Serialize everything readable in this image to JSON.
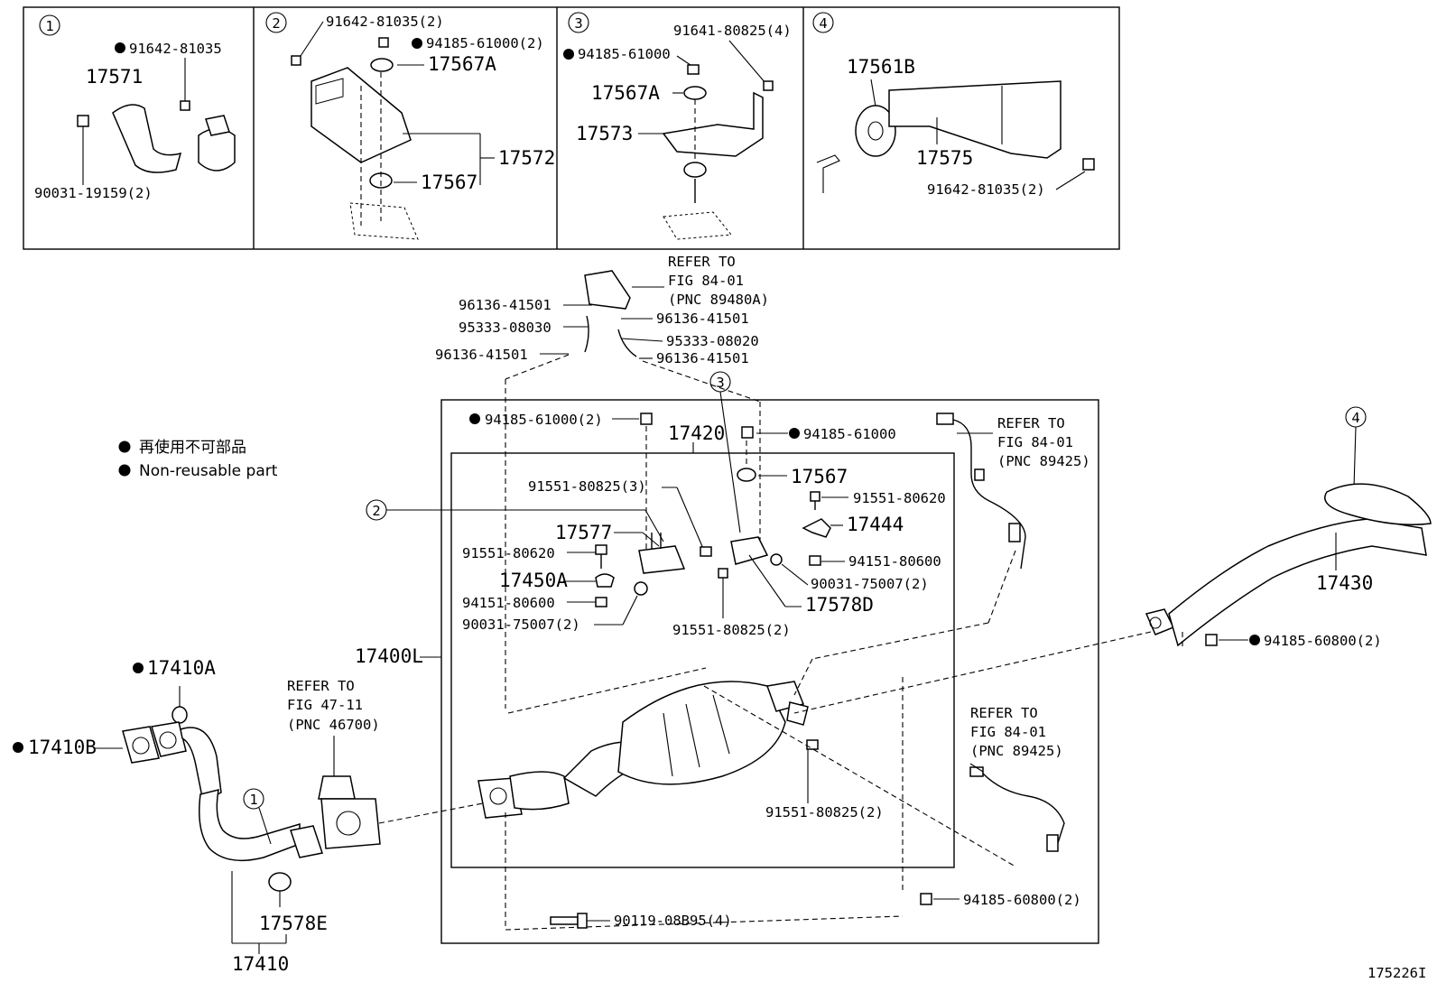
{
  "legend": {
    "jp": "再使用不可部品",
    "en": "Non-reusable part"
  },
  "figure_id": "175226I",
  "insets": {
    "n1": {
      "num": "1",
      "label_91642_81035": "91642-81035",
      "label_17571": "17571",
      "label_90031_19159": "90031-19159(2)"
    },
    "n2": {
      "num": "2",
      "label_91642_81035": "91642-81035(2)",
      "label_94185_61000": "94185-61000(2)",
      "label_17567A": "17567A",
      "label_17572": "17572",
      "label_17567": "17567"
    },
    "n3": {
      "num": "3",
      "label_91641_80825": "91641-80825(4)",
      "label_94185_61000": "94185-61000",
      "label_17567A": "17567A",
      "label_17573": "17573"
    },
    "n4": {
      "num": "4",
      "label_17561B": "17561B",
      "label_17575": "17575",
      "label_91642_81035": "91642-81035(2)"
    }
  },
  "main": {
    "refer_top": {
      "l1": "REFER TO",
      "l2": "FIG 84-01",
      "l3": "(PNC 89480A)"
    },
    "refer_right_top": {
      "l1": "REFER TO",
      "l2": "FIG 84-01",
      "l3": "(PNC 89425)"
    },
    "refer_right_bottom": {
      "l1": "REFER TO",
      "l2": "FIG 84-01",
      "l3": "(PNC 89425)"
    },
    "refer_left": {
      "l1": "REFER TO",
      "l2": "FIG 47-11",
      "l3": "(PNC 46700)"
    },
    "hose_labels": {
      "c1": "96136-41501",
      "c2": "95333-08030",
      "c3": "96136-41501",
      "c4": "96136-41501",
      "c5": "95333-08020",
      "c6": "96136-41501"
    },
    "parts": {
      "p94185_61000_2": "94185-61000(2)",
      "p17420": "17420",
      "p94185_61000": "94185-61000",
      "p17567": "17567",
      "p91551_80620_r": "91551-80620",
      "p17444": "17444",
      "p94151_80600_r": "94151-80600",
      "p90031_75007_r": "90031-75007(2)",
      "p17578D": "17578D",
      "p91551_80825_3": "91551-80825(3)",
      "p17577": "17577",
      "p91551_80620_l": "91551-80620",
      "p17450A": "17450A",
      "p94151_80600_l": "94151-80600",
      "p90031_75007_l": "90031-75007(2)",
      "p91551_80825_2a": "91551-80825(2)",
      "p17400L": "17400L",
      "p91551_80825_2b": "91551-80825(2)",
      "p90119_08B95": "90119-08B95(4)",
      "p94185_60800_b": "94185-60800(2)",
      "p94185_60800_r": "94185-60800(2)",
      "p17430": "17430",
      "p17410A": "17410A",
      "p17410B": "17410B",
      "p17578E": "17578E",
      "p17410": "17410"
    },
    "callouts": {
      "c1": "1",
      "c2": "2",
      "c3": "3",
      "c4": "4"
    }
  }
}
